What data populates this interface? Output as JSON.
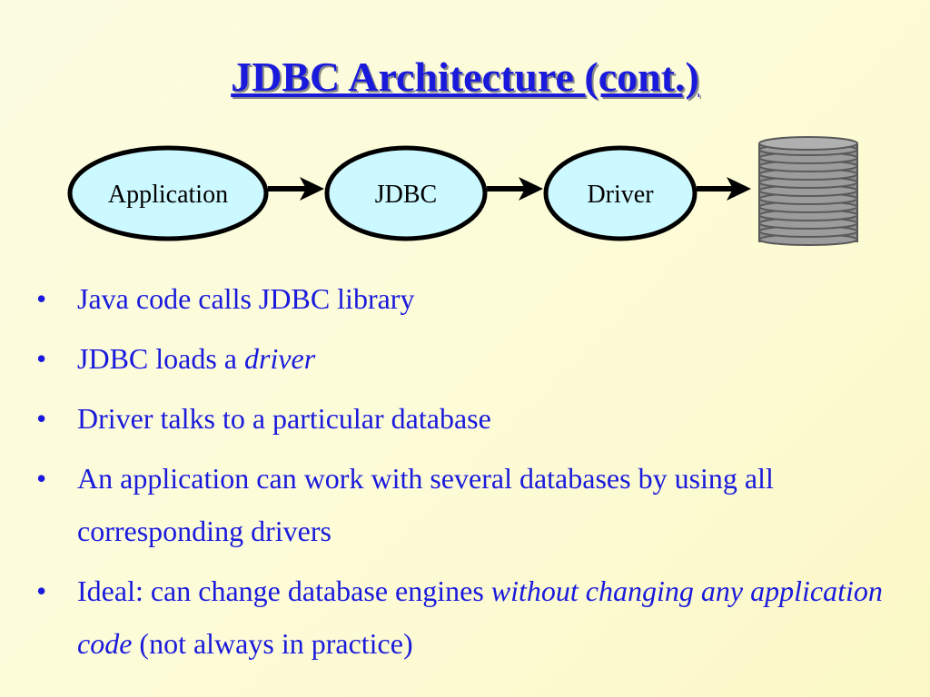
{
  "slide": {
    "title": "JDBC Architecture (cont.)"
  },
  "diagram": {
    "nodes": [
      "Application",
      "JDBC",
      "Driver"
    ],
    "database_icon": "database-icon",
    "colors": {
      "node_fill": "#ccf8ff",
      "node_stroke": "#000000",
      "db_fill": "#9a9a9a"
    }
  },
  "bullets": [
    {
      "text": "Java code calls JDBC library"
    },
    {
      "prefix": "JDBC loads a ",
      "em": "driver"
    },
    {
      "text": "Driver talks to a particular database"
    },
    {
      "text": "An application can work with several databases by using all corresponding drivers"
    },
    {
      "prefix": "Ideal: can change database engines ",
      "em": "without changing any application code",
      "suffix": " (not always in practice)"
    }
  ],
  "bullet_glyph": "•",
  "colors": {
    "text": "#1a1adc",
    "background": "#fcfbd6"
  }
}
